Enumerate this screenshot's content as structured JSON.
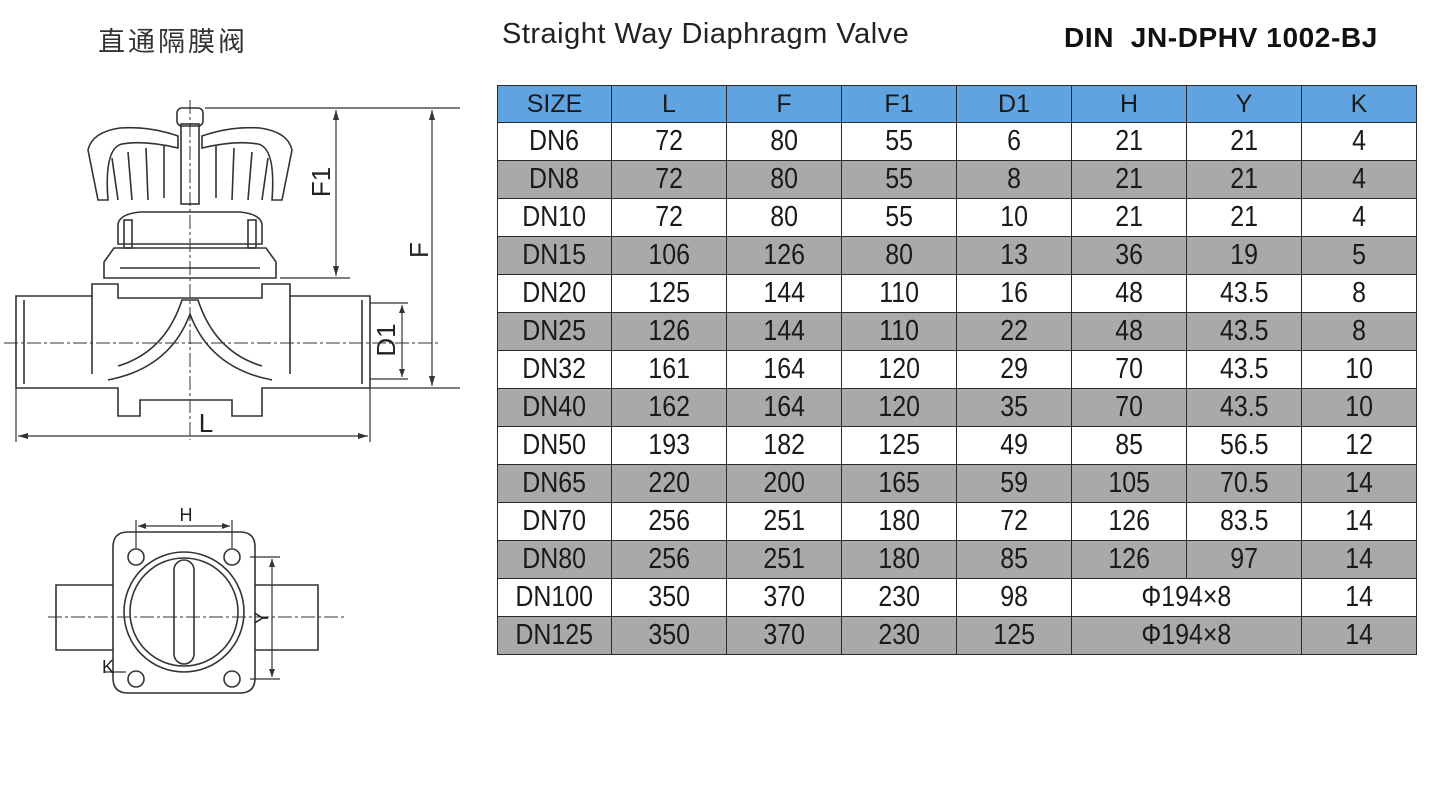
{
  "header": {
    "title_cn": "直通隔膜阀",
    "title_en": "Straight Way Diaphragm Valve",
    "model_code": "DIN  JN-DPHV 1002-BJ"
  },
  "colors": {
    "header_bg": "#5fa4e0",
    "alt_row_bg": "#a9a9a9"
  },
  "diagram_labels": {
    "f1": "F1",
    "f": "F",
    "d1": "D1",
    "l": "L",
    "h": "H",
    "y": "Y",
    "k": "K"
  },
  "table": {
    "columns": [
      "SIZE",
      "L",
      "F",
      "F1",
      "D1",
      "H",
      "Y",
      "K"
    ],
    "rows": [
      [
        "DN6",
        "72",
        "80",
        "55",
        "6",
        "21",
        "21",
        "4"
      ],
      [
        "DN8",
        "72",
        "80",
        "55",
        "8",
        "21",
        "21",
        "4"
      ],
      [
        "DN10",
        "72",
        "80",
        "55",
        "10",
        "21",
        "21",
        "4"
      ],
      [
        "DN15",
        "106",
        "126",
        "80",
        "13",
        "36",
        "19",
        "5"
      ],
      [
        "DN20",
        "125",
        "144",
        "110",
        "16",
        "48",
        "43.5",
        "8"
      ],
      [
        "DN25",
        "126",
        "144",
        "110",
        "22",
        "48",
        "43.5",
        "8"
      ],
      [
        "DN32",
        "161",
        "164",
        "120",
        "29",
        "70",
        "43.5",
        "10"
      ],
      [
        "DN40",
        "162",
        "164",
        "120",
        "35",
        "70",
        "43.5",
        "10"
      ],
      [
        "DN50",
        "193",
        "182",
        "125",
        "49",
        "85",
        "56.5",
        "12"
      ],
      [
        "DN65",
        "220",
        "200",
        "165",
        "59",
        "105",
        "70.5",
        "14"
      ],
      [
        "DN70",
        "256",
        "251",
        "180",
        "72",
        "126",
        "83.5",
        "14"
      ],
      [
        "DN80",
        "256",
        "251",
        "180",
        "85",
        "126",
        "97",
        "14"
      ]
    ],
    "merged_rows": [
      [
        "DN100",
        "350",
        "370",
        "230",
        "98",
        "Φ194×8",
        "14"
      ],
      [
        "DN125",
        "350",
        "370",
        "230",
        "125",
        "Φ194×8",
        "14"
      ]
    ]
  }
}
